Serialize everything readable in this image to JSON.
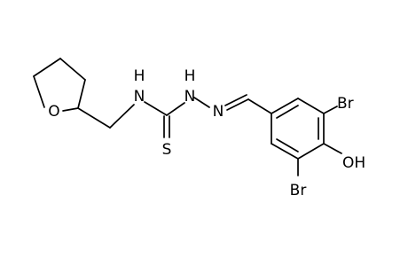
{
  "molecule": {
    "atoms": {
      "ring_oxygen": "O",
      "amine_n1": "N",
      "amine_n1_h": "H",
      "hydrazine_n2": "N",
      "hydrazine_n2_h": "H",
      "imine_n3": "N",
      "thione_s": "S",
      "bromine_top": "Br",
      "bromine_bottom": "Br",
      "hydroxyl": "OH"
    }
  },
  "colors": {
    "bond": "#000000",
    "label": "#000000",
    "background": "#ffffff"
  }
}
